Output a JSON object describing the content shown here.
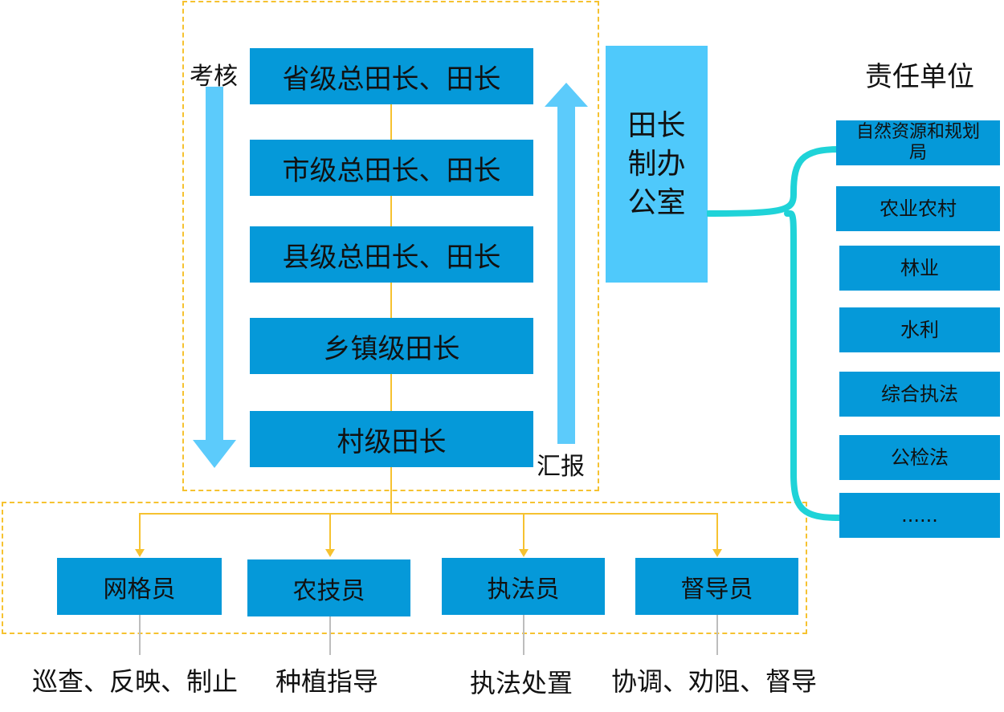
{
  "assessment_label": "考核",
  "report_label": "汇报",
  "levels": [
    "省级总田长、田长",
    "市级总田长、田长",
    "县级总田长、田长",
    "乡镇级田长",
    "村级田长"
  ],
  "office": {
    "lines": [
      "田长",
      "制办",
      "公室"
    ]
  },
  "units_title": "责任单位",
  "units": [
    "自然资源和规划局",
    "农业农村",
    "林业",
    "水利",
    "综合执法",
    "公检法",
    "......"
  ],
  "roles": [
    {
      "name": "网格员",
      "duty": "巡查、反映、制止"
    },
    {
      "name": "农技员",
      "duty": "种植指导"
    },
    {
      "name": "执法员",
      "duty": "执法处置"
    },
    {
      "name": "督导员",
      "duty": "协调、劝阻、督导"
    }
  ],
  "colors": {
    "box": "#0599d9",
    "office": "#4fc9fb",
    "arrow": "#5ccbfb",
    "brace": "#1fd3d8",
    "dashed_border": "#f6c230"
  }
}
